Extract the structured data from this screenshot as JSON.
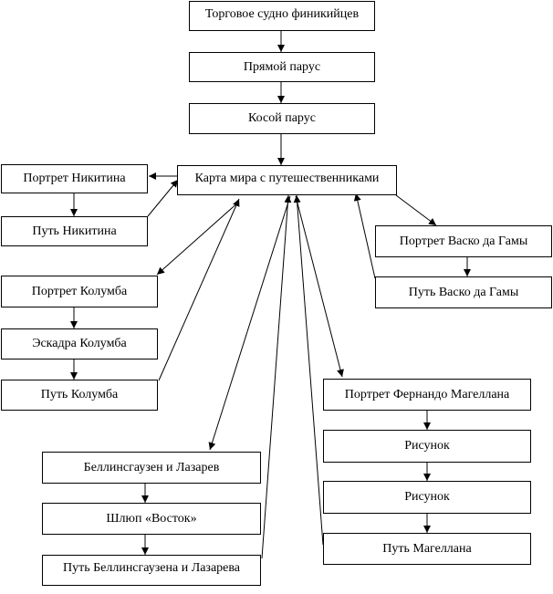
{
  "nodes": {
    "ship": "Торговое судно финикийцев",
    "square_sail": "Прямой парус",
    "lateen_sail": "Косой парус",
    "world_map": "Карта мира с путешественниками",
    "nikitin_portrait": "Портрет Никитина",
    "nikitin_route": "Путь Никитина",
    "gama_portrait": "Портрет Васко да Гамы",
    "gama_route": "Путь Васко да Гамы",
    "columbus_portrait": "Портрет Колумба",
    "columbus_squadron": "Эскадра Колумба",
    "columbus_route": "Путь Колумба",
    "magellan_portrait": "Портрет Фернандо Магеллана",
    "drawing_1": "Рисунок",
    "drawing_2": "Рисунок",
    "magellan_route": "Путь  Магеллана",
    "bellingshausen_lazarev": "Беллинсгаузен и Лазарев",
    "vostok_sloop": "Шлюп «Восток»",
    "bellingshausen_route": "Путь Беллинсгаузена и Лазарева"
  }
}
